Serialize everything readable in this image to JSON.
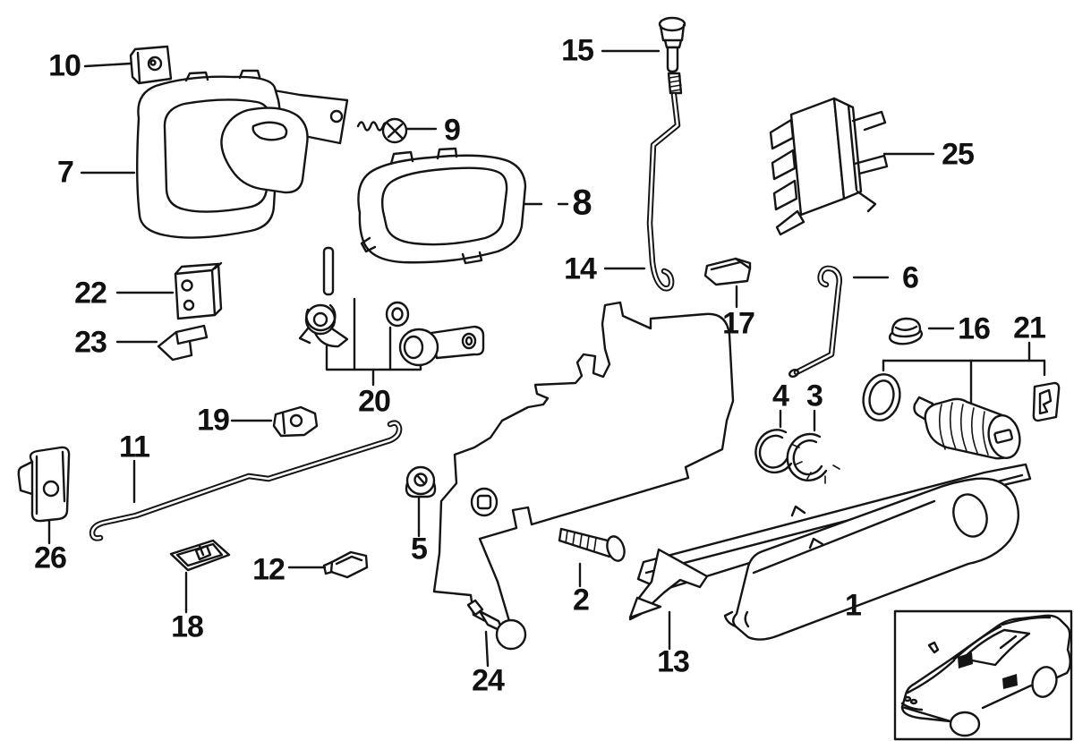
{
  "diagram": {
    "type": "exploded-parts-diagram",
    "subject": "vehicle front door handle and lock mechanism",
    "background": "#ffffff",
    "line_color": "#141414",
    "highlight": {
      "part": "8",
      "color": "#ed1c24",
      "inner_color": "#ffffff"
    },
    "parts": [
      {
        "num": "1"
      },
      {
        "num": "2"
      },
      {
        "num": "3"
      },
      {
        "num": "4"
      },
      {
        "num": "5"
      },
      {
        "num": "6"
      },
      {
        "num": "7"
      },
      {
        "num": "8"
      },
      {
        "num": "9"
      },
      {
        "num": "10"
      },
      {
        "num": "11"
      },
      {
        "num": "12"
      },
      {
        "num": "13"
      },
      {
        "num": "14"
      },
      {
        "num": "15"
      },
      {
        "num": "16"
      },
      {
        "num": "17"
      },
      {
        "num": "18"
      },
      {
        "num": "19"
      },
      {
        "num": "20"
      },
      {
        "num": "21"
      },
      {
        "num": "22"
      },
      {
        "num": "23"
      },
      {
        "num": "24"
      },
      {
        "num": "25"
      },
      {
        "num": "26"
      }
    ]
  },
  "inset": {
    "description": "car body thumbnail with door locations marked",
    "marker_color": "#141414"
  }
}
